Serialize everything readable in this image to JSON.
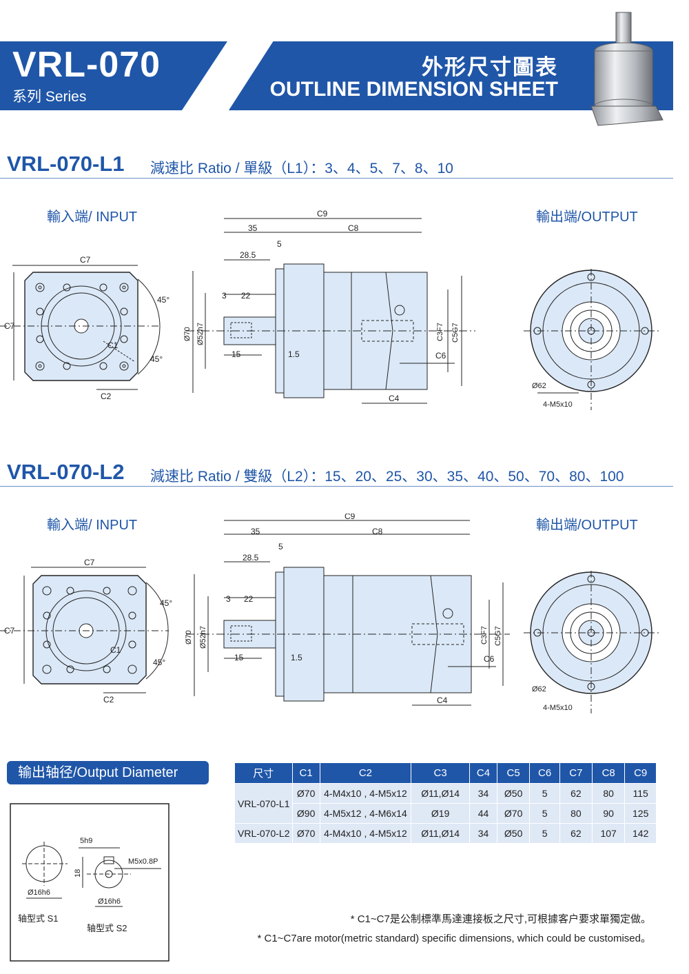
{
  "header": {
    "model": "VRL-070",
    "series": "系列 Series",
    "title_cn": "外形尺寸圖表",
    "title_en": "OUTLINE DIMENSION SHEET"
  },
  "section_l1": {
    "model": "VRL-070-L1",
    "ratio": "減速比 Ratio / 單級（L1）：3、4、5、7、8、10",
    "input_label": "輸入端/ INPUT",
    "output_label": "輸出端/OUTPUT",
    "dims": {
      "c9": "C9",
      "c8": "C8",
      "d35": "35",
      "d5": "5",
      "d285": "28.5",
      "d3": "3",
      "d22": "22",
      "d15": "15",
      "d15b": "1.5",
      "c6": "C6",
      "c4": "C4",
      "c3": "C3F7",
      "c5": "C5G7",
      "o70": "Ø70",
      "o52": "Ø52h7",
      "c7": "C7",
      "c7v": "C7",
      "c2": "C2",
      "c1": "C1",
      "a45a": "45°",
      "a45b": "45°",
      "o62": "Ø62",
      "m5": "4-M5x10"
    }
  },
  "section_l2": {
    "model": "VRL-070-L2",
    "ratio": "減速比 Ratio / 雙級（L2）：15、20、25、30、35、40、50、70、80、100",
    "input_label": "輸入端/ INPUT",
    "output_label": "輸出端/OUTPUT",
    "dims": {
      "c9": "C9",
      "c8": "C8",
      "d35": "35",
      "d5": "5",
      "d285": "28.5",
      "d3": "3",
      "d22": "22",
      "d15": "15",
      "d15b": "1.5",
      "c6": "C6",
      "c4": "C4",
      "c3": "C3F7",
      "c5": "C5G7",
      "o70": "Ø70",
      "o52": "Ø52h7",
      "c7": "C7",
      "c7v": "C7",
      "c2": "C2",
      "c1": "C1",
      "a45a": "45°",
      "a45b": "45°",
      "o62": "Ø62",
      "m5": "4-M5x10"
    }
  },
  "output_diameter": {
    "badge": "输出轴径/Output Diameter",
    "s1_dim": "Ø16h6",
    "s1_label": "轴型式 S1",
    "s2_key": "5h9",
    "s2_thread": "M5x0.8P",
    "s2_h": "18",
    "s2_dim": "Ø16h6",
    "s2_label": "轴型式 S2"
  },
  "table": {
    "headers": [
      "尺寸",
      "C1",
      "C2",
      "C3",
      "C4",
      "C5",
      "C6",
      "C7",
      "C8",
      "C9"
    ],
    "row_l1": "VRL-070-L1",
    "row_l2": "VRL-070-L2",
    "rows": [
      [
        "Ø70",
        "4-M4x10 , 4-M5x12",
        "Ø11,Ø14",
        "34",
        "Ø50",
        "5",
        "62",
        "80",
        "115"
      ],
      [
        "Ø90",
        "4-M5x12 , 4-M6x14",
        "Ø19",
        "44",
        "Ø70",
        "5",
        "80",
        "90",
        "125"
      ],
      [
        "Ø70",
        "4-M4x10 , 4-M5x12",
        "Ø11,Ø14",
        "34",
        "Ø50",
        "5",
        "62",
        "107",
        "142"
      ]
    ]
  },
  "notes": {
    "cn": "* C1~C7是公制標準馬達連接板之尺寸,可根據客户要求單獨定做。",
    "en": "* C1~C7are motor(metric standard) specific dimensions, which could be customised。"
  },
  "colors": {
    "brand": "#1f56a8",
    "part_fill": "#dbe8f7",
    "table_cell": "#dfe8f5"
  }
}
